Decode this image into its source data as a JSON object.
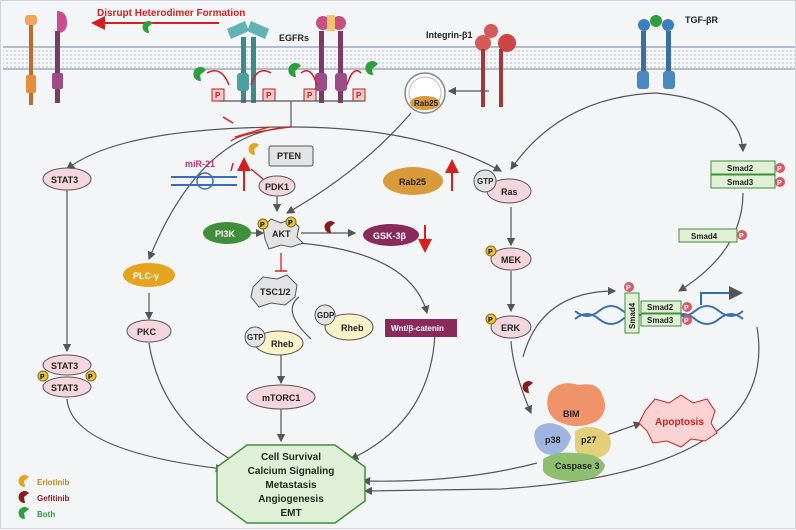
{
  "labels": {
    "disrupt": "Disrupt Heterodimer Formation",
    "egfrs": "EGFRs",
    "integrin": "Integrin-β1",
    "tgfbr": "TGF-βR",
    "rab25_vesicle": "Rab25",
    "rab25": "Rab25",
    "mir21": "miR-21",
    "pten": "PTEN",
    "pdk1": "PDK1",
    "pi3k": "PI3K",
    "akt": "AKT",
    "gsk3b": "GSK-3β",
    "stat3": "STAT3",
    "stat3_a": "STAT3",
    "stat3_b": "STAT3",
    "plcg": "PLC-γ",
    "pkc": "PKC",
    "tsc": "TSC1/2",
    "gdp": "GDP",
    "rheb1": "Rheb",
    "gtp_rheb": "GTP",
    "rheb2": "Rheb",
    "mtorc1": "mTORC1",
    "wnt": "Wnt/β-catenin",
    "gtp_ras": "GTP",
    "ras": "Ras",
    "mek": "MEK",
    "erk": "ERK",
    "smad2_top": "Smad2",
    "smad3_top": "Smad3",
    "smad4_mid": "Smad4",
    "smad4_vert": "Smad4",
    "smad2_n": "Smad2",
    "smad3_n": "Smad3",
    "bim": "BIM",
    "p38": "p38",
    "p27": "p27",
    "caspase": "Caspase 3",
    "apoptosis": "Apoptosis",
    "outcomes": [
      "Cell Survival",
      "Calcium Signaling",
      "Metastasis",
      "Angiogenesis",
      "EMT"
    ],
    "p": "P"
  },
  "legend": [
    {
      "label": "Erlotinib",
      "color": "#e6a41e"
    },
    {
      "label": "Gefitinib",
      "color": "#8b1a1a"
    },
    {
      "label": "Both",
      "color": "#2e9e3e"
    }
  ],
  "colors": {
    "membrane": "#b9c4ce",
    "arrow": "#555555",
    "red": "#e02020",
    "green_node": "#3f8f3a",
    "pink_node": "#f5d6df",
    "outcome_fill": "#dff0d6",
    "apoptosis_fill": "#fbd3d3"
  }
}
